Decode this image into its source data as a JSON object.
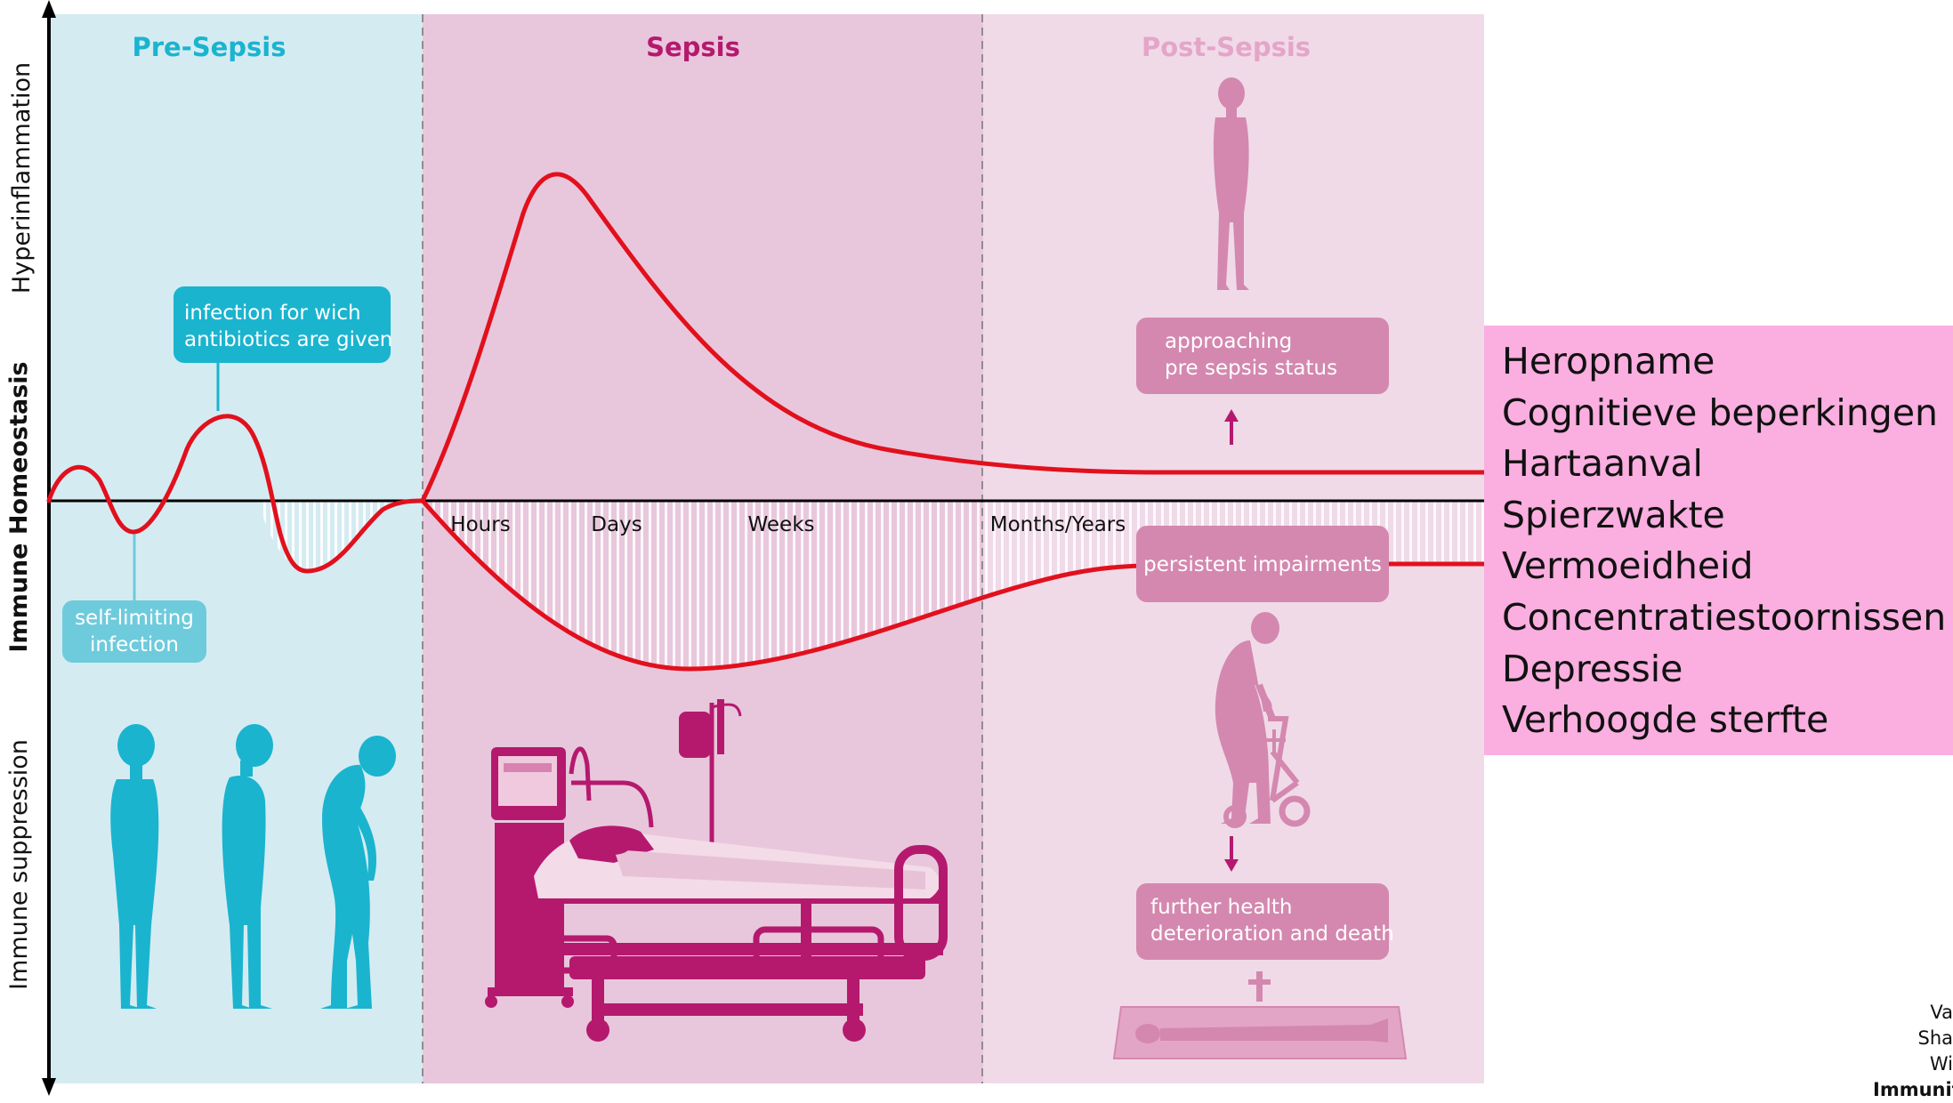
{
  "phases": {
    "pre_sepsis": "Pre-Sepsis",
    "sepsis": "Sepsis",
    "post_sepsis": "Post-Sepsis"
  },
  "y_axis": {
    "top": "Hyperinflammation",
    "middle": "Immune Homeostasis",
    "bottom": "Immune suppression"
  },
  "time_labels": [
    "Hours",
    "Days",
    "Weeks",
    "Months/Years"
  ],
  "callouts": {
    "antibiotics": [
      "infection for wich",
      "antibiotics are given"
    ],
    "self_limiting": [
      "self-limiting",
      "infection"
    ],
    "approaching": [
      "approaching",
      "pre sepsis status"
    ],
    "persistent": "persistent impairments",
    "deterioration": [
      "further health",
      "deterioration and death"
    ]
  },
  "outcomes": [
    "Heropname",
    "Cognitieve beperkingen",
    "Hartaanval",
    "Spierzwakte",
    "Vermoeidheid",
    "Concentratiestoornissen",
    "Depressie",
    "Verhoogde sterfte"
  ],
  "citation": [
    "Va",
    "Sha",
    "Wi",
    "Immunit"
  ],
  "colors": {
    "pre_bg": "#d5ebf2",
    "sepsis_bg": "#e8c7dc",
    "post_bg": "#f0dae8",
    "teal": "#1ab4cf",
    "teal_light": "#6ecbdc",
    "magenta": "#b5196e",
    "pink_box": "#d488af",
    "curve": "#e2101d",
    "outcome_bg": "#fbaee0"
  }
}
